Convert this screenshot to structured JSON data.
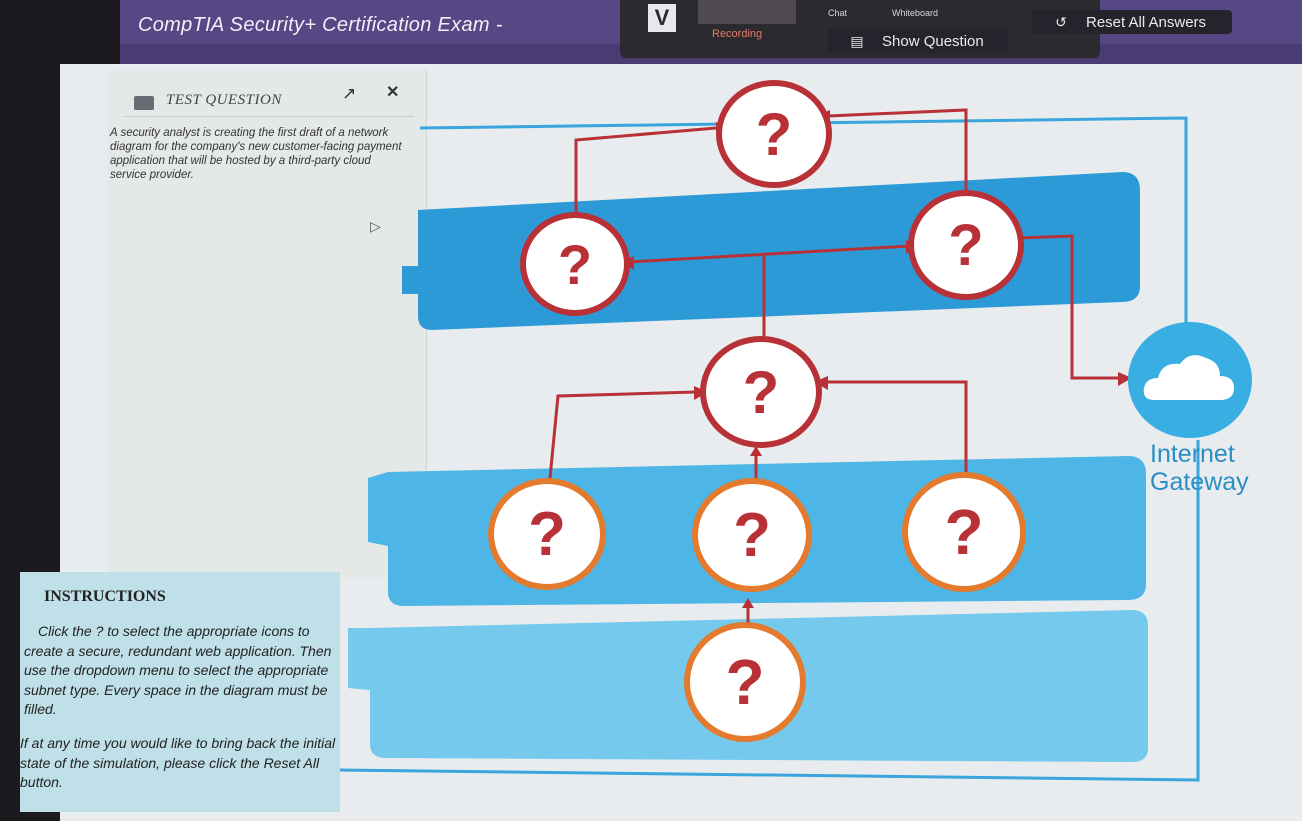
{
  "app": {
    "title": "CompTIA Security+ Certification Exam - ",
    "logo": "V"
  },
  "recording": {
    "label": "Recording",
    "chat_label": "Chat",
    "whiteboard_label": "Whiteboard"
  },
  "toolbar": {
    "show_question_label": "Show Question",
    "reset_label": "Reset All Answers"
  },
  "question": {
    "header": "TEST QUESTION",
    "text": "A security analyst is creating the first draft of a network diagram for the company's new customer-facing payment application that will be hosted by a third-party cloud service provider."
  },
  "instructions": {
    "title": "INSTRUCTIONS",
    "line1": "Click the ? to select the appropriate icons to create a secure, redundant web application. Then use the dropdown menu to select the appropriate subnet type. Every space in the diagram must be filled.",
    "line2": "If at any time you would like to bring back the initial state of the simulation, please click the Reset All button."
  },
  "diagram": {
    "placeholder": "?",
    "gateway_label_line1": "Internet",
    "gateway_label_line2": "Gateway",
    "colors": {
      "red": "#b73137",
      "orange": "#e37a2e",
      "subnet_dark": "#2b9ad6",
      "subnet_mid": "#4db6e6",
      "subnet_light": "#74c9ec",
      "cloud": "#38aee3"
    },
    "nodes": [
      {
        "id": "top",
        "color": "red"
      },
      {
        "id": "subnet1-left",
        "color": "red"
      },
      {
        "id": "subnet1-right",
        "color": "red"
      },
      {
        "id": "middle",
        "color": "red"
      },
      {
        "id": "subnet2-left",
        "color": "orange"
      },
      {
        "id": "subnet2-center",
        "color": "orange"
      },
      {
        "id": "subnet2-right",
        "color": "orange"
      },
      {
        "id": "subnet3-center",
        "color": "orange"
      }
    ]
  },
  "icons": {
    "popout": "popout-icon",
    "close": "close-icon",
    "cloud": "cloud-icon",
    "cursor": "cursor-icon"
  }
}
